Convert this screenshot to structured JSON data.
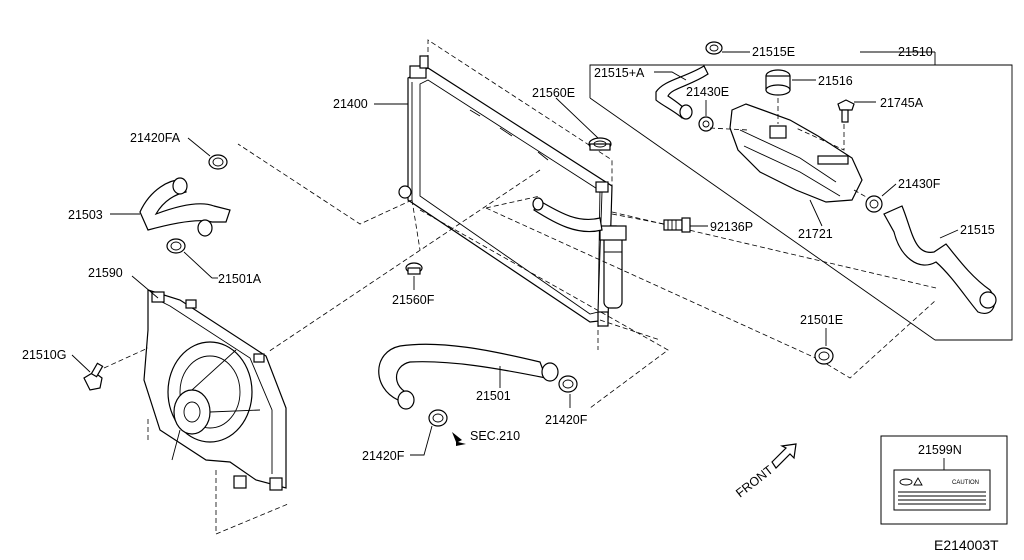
{
  "diagram": {
    "labels": {
      "p21400": "21400",
      "p21420FA": "21420FA",
      "p21503": "21503",
      "p21501A": "21501A",
      "p21590": "21590",
      "p21510G": "21510G",
      "p21560E": "21560E",
      "p21560F": "21560F",
      "p21501": "21501",
      "p21420F_right": "21420F",
      "p21420F_left": "21420F",
      "sec210": "SEC.210",
      "p21515EA": "21515+A",
      "p21515E": "21515E",
      "p21510": "21510",
      "p21516": "21516",
      "p21430E": "21430E",
      "p21745A": "21745A",
      "p21430F": "21430F",
      "p92136P": "92136P",
      "p21721": "21721",
      "p21515": "21515",
      "p21501E": "21501E",
      "p21599N": "21599N",
      "caution": "CAUTION",
      "front": "FRONT",
      "drawing_id": "E214003T"
    }
  }
}
